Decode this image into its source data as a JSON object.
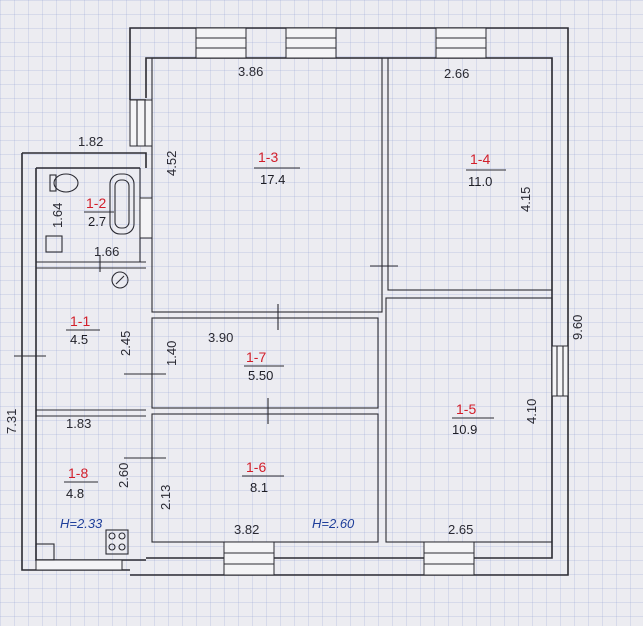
{
  "rooms": [
    {
      "id": "1-1",
      "area": "4.5"
    },
    {
      "id": "1-2",
      "area": "2.7"
    },
    {
      "id": "1-3",
      "area": "17.4"
    },
    {
      "id": "1-4",
      "area": "11.0"
    },
    {
      "id": "1-5",
      "area": "10.9"
    },
    {
      "id": "1-6",
      "area": "8.1"
    },
    {
      "id": "1-7",
      "area": "5.50"
    },
    {
      "id": "1-8",
      "area": "4.8"
    }
  ],
  "dimensions": {
    "d386": "3.86",
    "d266": "2.66",
    "d182": "1.82",
    "d452": "4.52",
    "d164": "1.64",
    "d166": "1.66",
    "d415": "4.15",
    "d960": "9.60",
    "d245": "2.45",
    "d140": "1.40",
    "d390": "3.90",
    "d731": "7.31",
    "d183": "1.83",
    "d410": "4.10",
    "d260": "2.60",
    "d213": "2.13",
    "d382": "3.82",
    "d265": "2.65"
  },
  "heights": {
    "h1": "H=2.33",
    "h2": "H=2.60"
  },
  "colors": {
    "room_id": "#d21e2a",
    "height_note": "#1f3f9a",
    "line": "#2b2b33"
  }
}
